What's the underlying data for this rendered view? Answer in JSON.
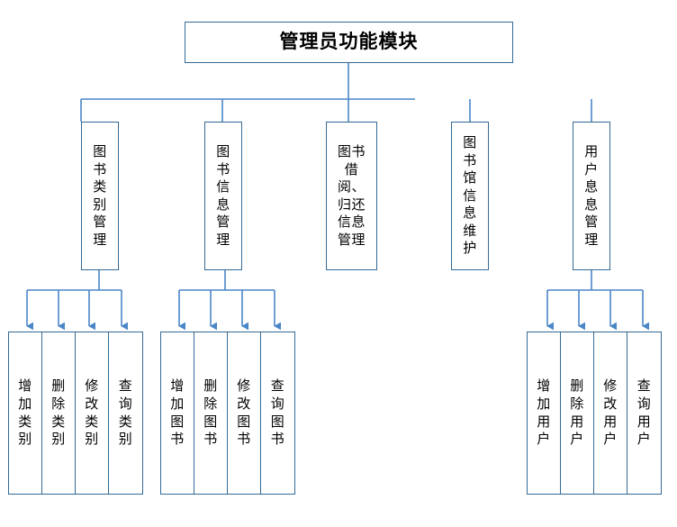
{
  "diagram": {
    "type": "org-chart",
    "title": "管理员功能模块",
    "colors": {
      "box_border": "#336a96",
      "connector": "#4a86c8",
      "background": "#ffffff",
      "text": "#000000"
    },
    "root": {
      "label": "管理员功能模块"
    },
    "level2": [
      {
        "id": "book-category-mgmt",
        "label": "图书类别管理"
      },
      {
        "id": "book-info-mgmt",
        "label": "图书信息管理"
      },
      {
        "id": "borrow-return-mgmt",
        "label": "图书借阅、归还信息管理"
      },
      {
        "id": "library-info-maint",
        "label": "图书馆信息维护"
      },
      {
        "id": "user-info-mgmt",
        "label": "用户息息管理"
      }
    ],
    "leaf_groups": [
      {
        "parent": "book-category-mgmt",
        "items": [
          {
            "label": "增加类别"
          },
          {
            "label": "删除类别"
          },
          {
            "label": "修改类别"
          },
          {
            "label": "查询类别"
          }
        ]
      },
      {
        "parent": "book-info-mgmt",
        "items": [
          {
            "label": "增加图书"
          },
          {
            "label": "删除图书"
          },
          {
            "label": "修改图书"
          },
          {
            "label": "查询图书"
          }
        ]
      },
      {
        "parent": "user-info-mgmt",
        "items": [
          {
            "label": "增加用户"
          },
          {
            "label": "删除用户"
          },
          {
            "label": "修改用户"
          },
          {
            "label": "查询用户"
          }
        ]
      }
    ]
  }
}
